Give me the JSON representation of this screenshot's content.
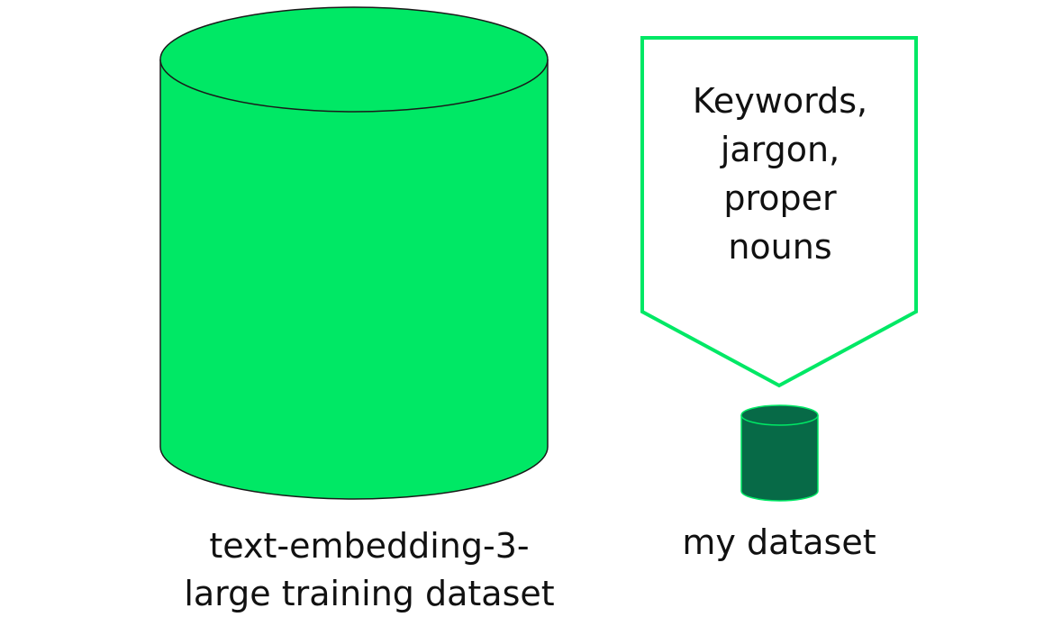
{
  "colors": {
    "bright_green": "#00E865",
    "dark_green": "#076A47",
    "outline": "#1A1A1A",
    "callout_border": "#00E865"
  },
  "large_dataset": {
    "label_line1": "text-embedding-3-",
    "label_line2": "large training dataset"
  },
  "small_dataset": {
    "label": "my dataset"
  },
  "callout": {
    "lines": [
      "Keywords,",
      "jargon,",
      "proper",
      "nouns"
    ]
  }
}
